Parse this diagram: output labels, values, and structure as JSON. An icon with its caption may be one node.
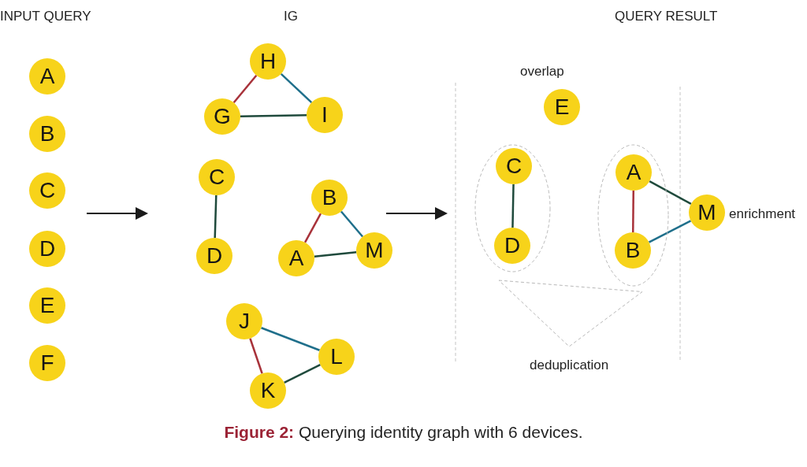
{
  "diagram": {
    "caption": "**Figure 2:** Querying identity graph with 6 devices.",
    "nodes": [
      {
        "text": [
          "A"
        ]
      },
      {
        "text": [
          "B"
        ]
      },
      {
        "text": [
          "C"
        ]
      },
      {
        "text": [
          "D"
        ]
      },
      {
        "text": [
          "E"
        ]
      },
      {
        "text": [
          "F"
        ]
      },
      {
        "text": [
          "H"
        ]
      },
      {
        "text": [
          "G"
        ]
      },
      {
        "text": [
          "I"
        ]
      },
      {
        "text": [
          "C"
        ]
      },
      {
        "text": [
          "D"
        ]
      },
      {
        "text": [
          "B"
        ]
      },
      {
        "text": [
          "A"
        ]
      },
      {
        "text": [
          "M"
        ]
      },
      {
        "text": [
          "J"
        ]
      },
      {
        "text": [
          "L"
        ]
      },
      {
        "text": [
          "K"
        ]
      },
      {
        "text": [
          "E"
        ]
      },
      {
        "text": [],
        "shape": "ellipse"
      },
      {
        "text": [
          "C"
        ],
        "in": 18
      },
      {
        "text": [
          "D"
        ],
        "in": 18
      },
      {
        "text": [],
        "shape": "ellipse"
      },
      {
        "text": [
          "A"
        ],
        "in": 21
      },
      {
        "text": [
          "B"
        ],
        "in": 21
      },
      {
        "text": [
          "M"
        ],
        "beside": [
          "enrichment"
        ]
      },
      {
        "text": [],
        "shape": "triangle",
        "beside": [
          "deduplication"
        ]
      }
    ],
    "edges": [
      {
        "from": 7,
        "to": 6,
        "arrow": "none",
        "color": "#a8323a"
      },
      {
        "from": 6,
        "to": 8,
        "arrow": "none",
        "color": "#1f6f8b"
      },
      {
        "from": 7,
        "to": 8,
        "arrow": "none"
      },
      {
        "from": 9,
        "to": 10,
        "arrow": "none"
      },
      {
        "from": 11,
        "to": 12,
        "arrow": "none",
        "color": "#a8323a"
      },
      {
        "from": 11,
        "to": 13,
        "arrow": "none",
        "color": "#1f6f8b"
      },
      {
        "from": 12,
        "to": 13,
        "arrow": "none"
      },
      {
        "from": 14,
        "to": 16,
        "arrow": "none",
        "color": "#a8323a"
      },
      {
        "from": 14,
        "to": 15,
        "arrow": "none",
        "color": "#1f6f8b"
      },
      {
        "from": 16,
        "to": 15,
        "arrow": "none"
      },
      {
        "from": 19,
        "to": 20,
        "arrow": "none"
      },
      {
        "from": 22,
        "to": 23,
        "arrow": "none",
        "color": "#a8323a"
      },
      {
        "from": 22,
        "to": 24,
        "arrow": "none"
      },
      {
        "from": 23,
        "to": 24,
        "arrow": "none",
        "color": "#1f6f8b"
      }
    ],
    "labels": [
      "INPUT QUERY",
      "IG",
      "QUERY RESULT",
      "overlap"
    ]
  }
}
